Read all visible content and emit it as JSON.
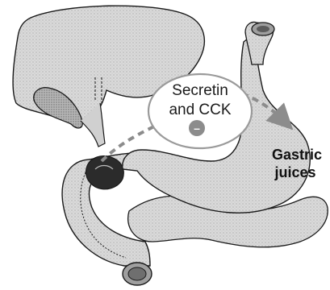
{
  "labels": {
    "hormones_line1": "Secretin",
    "hormones_line2": "and CCK",
    "inhibit_symbol": "–",
    "target_line1": "Gastric",
    "target_line2": "juices"
  },
  "colors": {
    "organ_fill": "#d4d4d4",
    "organ_shade": "#a9a9a9",
    "outline": "#1a1a1a",
    "arrow": "#8c8c8c",
    "inhibit_fill": "#8c8c8c",
    "gland_dark": "#2b2b2b"
  }
}
